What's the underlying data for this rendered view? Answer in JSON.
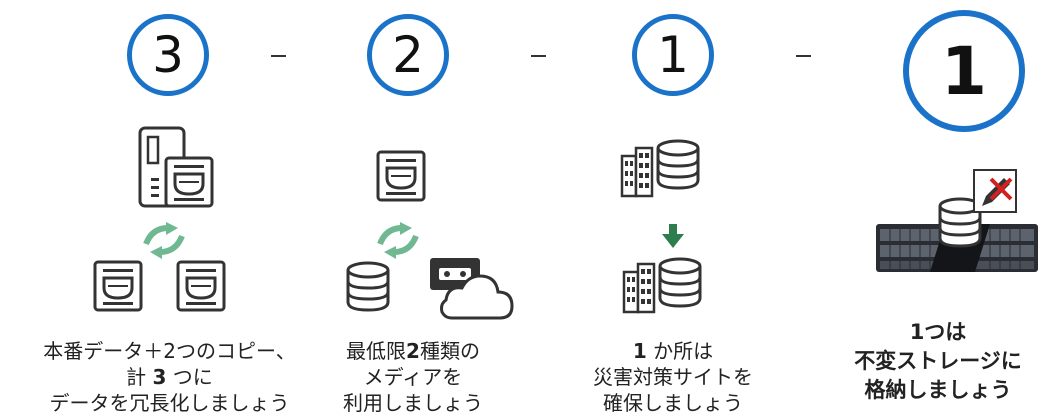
{
  "steps": [
    {
      "number": "3",
      "caption_line1": "本番データ＋2つのコピー、",
      "caption_line2_pre": "計 ",
      "caption_line2_bold": "3",
      "caption_line2_post": " つに",
      "caption_line3": "データを冗長化しましょう"
    },
    {
      "number": "2",
      "caption_line1_pre": "最低限",
      "caption_line1_bold": "2",
      "caption_line1_post": "種類の",
      "caption_line2": "メディアを",
      "caption_line3": "利用しましょう"
    },
    {
      "number": "1",
      "caption_line1_bold": "1",
      "caption_line1_post": " か所は",
      "caption_line2": "災害対策サイトを",
      "caption_line3": "確保しましょう"
    },
    {
      "number": "1",
      "caption_line1": "1つは",
      "caption_line2": "不変ストレージに",
      "caption_line3": "格納しましょう"
    }
  ],
  "separators": [
    "–",
    "–",
    "–"
  ],
  "colors": {
    "circle_border": "#1a73c9",
    "arrow_green": "#6fb892",
    "arrow_dark_green": "#2e7d4f",
    "icon_stroke": "#333333",
    "no_write_red": "#d32020"
  },
  "icons": [
    "server-tower-icon",
    "hard-drive-icon",
    "sync-arrows-icon",
    "database-icon",
    "tape-icon",
    "cloud-icon",
    "building-icon",
    "down-arrow-icon",
    "storage-appliance-icon",
    "no-write-pen-icon"
  ]
}
